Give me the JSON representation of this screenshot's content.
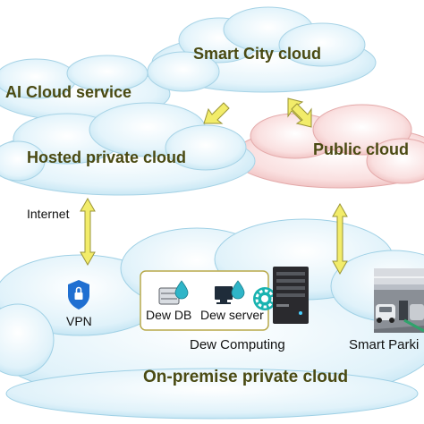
{
  "diagram": {
    "clouds": {
      "smart_city": "Smart City cloud",
      "ai_service": "AI Cloud service",
      "hosted_private": "Hosted private cloud",
      "public": "Public cloud",
      "on_premise": "On-premise private cloud"
    },
    "labels": {
      "internet": "Internet",
      "vpn": "VPN",
      "dew_db": "Dew DB",
      "dew_server": "Dew server",
      "dew_computing": "Dew Computing",
      "smart_parking": "Smart Parki"
    },
    "icons": [
      "shield-lock-icon",
      "database-icon",
      "computer-icon",
      "gear-icon",
      "server-tower-icon",
      "parking-photo"
    ],
    "colors": {
      "cloud_blue": "#d6eef8",
      "cloud_pink": "#f6d2d2",
      "arrow_yellow": "#f2ec6a",
      "label_text": "#4a4a12",
      "dew_border": "#b8a94a"
    }
  }
}
